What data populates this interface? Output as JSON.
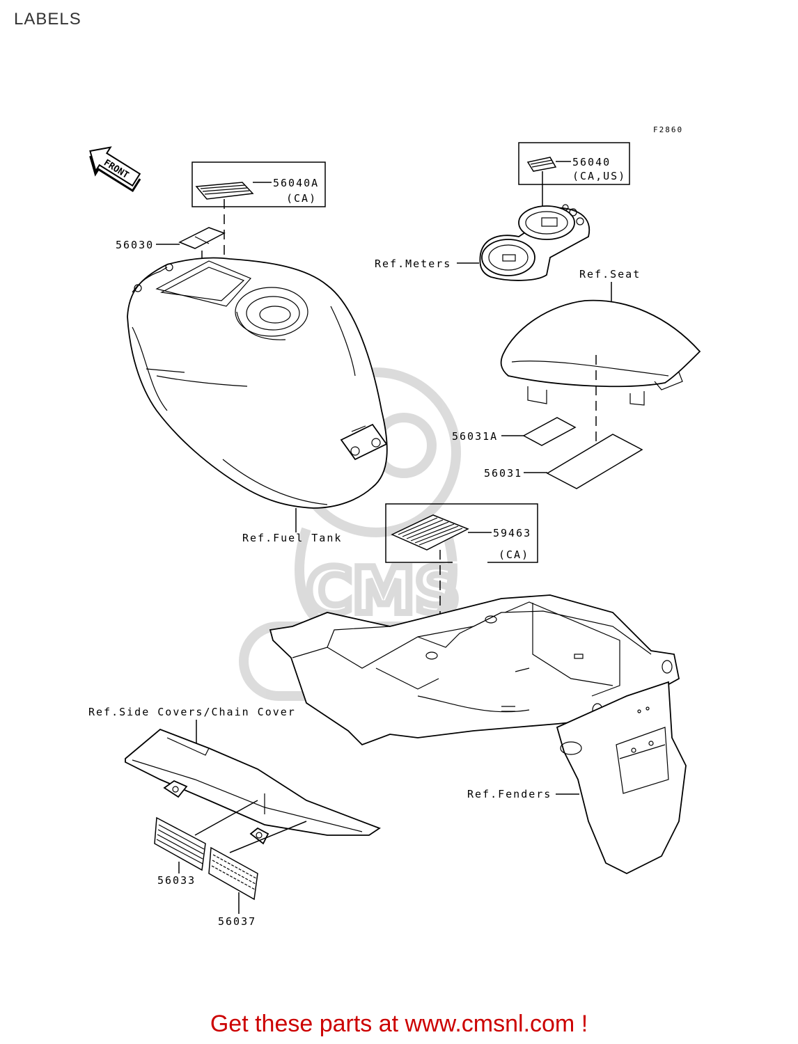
{
  "page": {
    "title": "LABELS"
  },
  "figure_code": "F2860",
  "front_arrow": {
    "label": "FRONT"
  },
  "callouts": {
    "p56040A": {
      "number": "56040A",
      "note": "(CA)"
    },
    "p56030": {
      "number": "56030"
    },
    "p56040": {
      "number": "56040",
      "note": "(CA,US)"
    },
    "ref_meters": {
      "text": "Ref.Meters"
    },
    "ref_seat": {
      "text": "Ref.Seat"
    },
    "p56031A": {
      "number": "56031A"
    },
    "p56031": {
      "number": "56031"
    },
    "ref_fuel_tank": {
      "text": "Ref.Fuel Tank"
    },
    "p59463": {
      "number": "59463",
      "note": "(CA)"
    },
    "ref_side_covers": {
      "text": "Ref.Side Covers/Chain Cover"
    },
    "ref_fenders": {
      "text": "Ref.Fenders"
    },
    "p56033": {
      "number": "56033"
    },
    "p56037": {
      "number": "56037"
    }
  },
  "footer": {
    "text": "Get these parts at www.cmsnl.com !"
  }
}
